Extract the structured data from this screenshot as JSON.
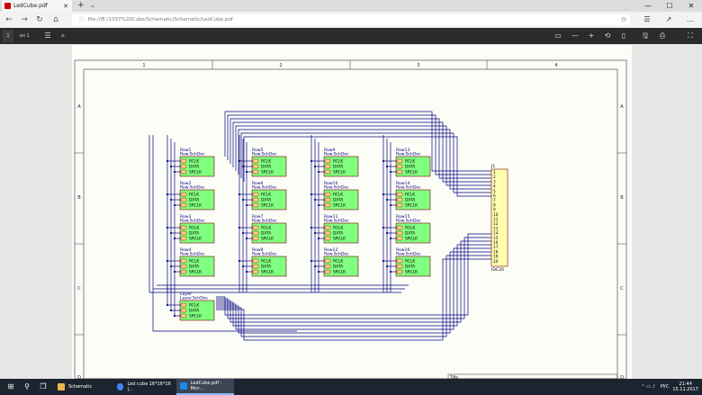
{
  "browser": {
    "tab_title": "LedCube.pdf",
    "tab_close": "✕",
    "new_tab": "+",
    "tab_dropdown": "⌄",
    "url": "file:///E:/1337%20Cube/Schematic/Schematic/LedCube.pdf",
    "url_icon": "ⓘ",
    "back": "←",
    "forward": "→",
    "refresh": "↻",
    "home": "⌂",
    "favorite": "☆",
    "favorites_list": "☰",
    "share": "↗",
    "more": "…",
    "minimize": "—",
    "maximize": "☐",
    "close": "✕"
  },
  "pdf_toolbar": {
    "page_number": "1",
    "page_total": "из 1",
    "contents": "☰",
    "search": "⌕",
    "fit": "▭",
    "zoom_out": "—",
    "zoom_in": "+",
    "rotate": "⟲",
    "page_view": "▯",
    "save": "🖫",
    "print": "⎙",
    "fullscreen": "⛶"
  },
  "schematic": {
    "col_labels": [
      "1",
      "2",
      "3",
      "4"
    ],
    "row_labels": [
      "A",
      "B",
      "C",
      "D"
    ],
    "rows": [
      {
        "name": "Row1",
        "doc": "Row.SchDoc"
      },
      {
        "name": "Row2",
        "doc": "Row.SchDoc"
      },
      {
        "name": "Row3",
        "doc": "Row.SchDoc"
      },
      {
        "name": "Row4",
        "doc": "Row.SchDoc"
      },
      {
        "name": "Row5",
        "doc": "Row.SchDoc"
      },
      {
        "name": "Row6",
        "doc": "Row.SchDoc"
      },
      {
        "name": "Row7",
        "doc": "Row.SchDoc"
      },
      {
        "name": "Row8",
        "doc": "Row.SchDoc"
      },
      {
        "name": "Row9",
        "doc": "Row.SchDoc"
      },
      {
        "name": "Row10",
        "doc": "Row.SchDoc"
      },
      {
        "name": "Row11",
        "doc": "Row.SchDoc"
      },
      {
        "name": "Row12",
        "doc": "Row.SchDoc"
      },
      {
        "name": "Row13",
        "doc": "Row.SchDoc"
      },
      {
        "name": "Row14",
        "doc": "Row.SchDoc"
      },
      {
        "name": "Row15",
        "doc": "Row.SchDoc"
      },
      {
        "name": "Row16",
        "doc": "Row.SchDoc"
      }
    ],
    "layer": {
      "name": "Layer",
      "doc": "Layer.SchDoc"
    },
    "ports": [
      "RCLK",
      "DATA",
      "SRCLK"
    ],
    "connector": {
      "ref": "J1",
      "part": "IDC20",
      "pins": [
        "1",
        "2",
        "3",
        "4",
        "5",
        "6",
        "7",
        "8",
        "9",
        "10",
        "11",
        "12",
        "13",
        "14",
        "15",
        "16",
        "17",
        "18",
        "19",
        "20"
      ]
    },
    "title_block": "Title",
    "colors": {
      "sheet_fill": "#80ff80",
      "wire": "#000080",
      "connector_fill": "#ffffb0",
      "border": "#8b0000",
      "page_bg": "#fdfdf8"
    }
  },
  "taskbar": {
    "start": "⊞",
    "search": "⚲",
    "taskview": "❐",
    "apps": [
      {
        "label": "Schematic",
        "color": "#e8b84a"
      },
      {
        "label": "Led cube 16*16*16 |...",
        "color": "#4285f4"
      },
      {
        "label": "LedCube.pdf - Micr...",
        "color": "#1e88e5"
      }
    ],
    "tray": {
      "lang": "РУС",
      "time": "21:44",
      "date": "15.11.2017",
      "icons": "⌃ ▭ ♪"
    }
  }
}
